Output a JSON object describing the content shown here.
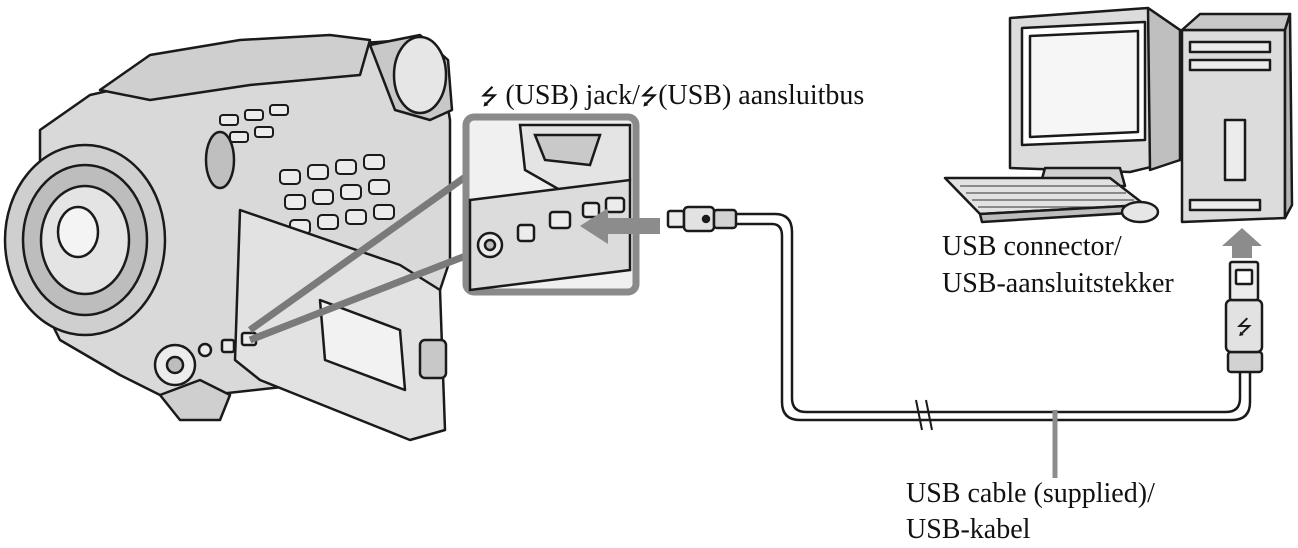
{
  "labels": {
    "jack": {
      "symbol_1": "⭍",
      "text_1": " (USB) jack/",
      "symbol_2": "⭍",
      "text_2": "(USB) aansluitbus"
    },
    "connector": {
      "line_1": "USB connector/",
      "line_2": "USB-aansluitstekker"
    },
    "cable": {
      "line_1": "USB cable (supplied)/",
      "line_2": "USB-kabel"
    }
  },
  "icons": {
    "usb": "usb-icon"
  },
  "colors": {
    "line": "#1a1a1a",
    "body_fill": "#d9d9d9",
    "pointer_fill": "#8c8c8c",
    "screen_fill": "#dcdcdc"
  }
}
